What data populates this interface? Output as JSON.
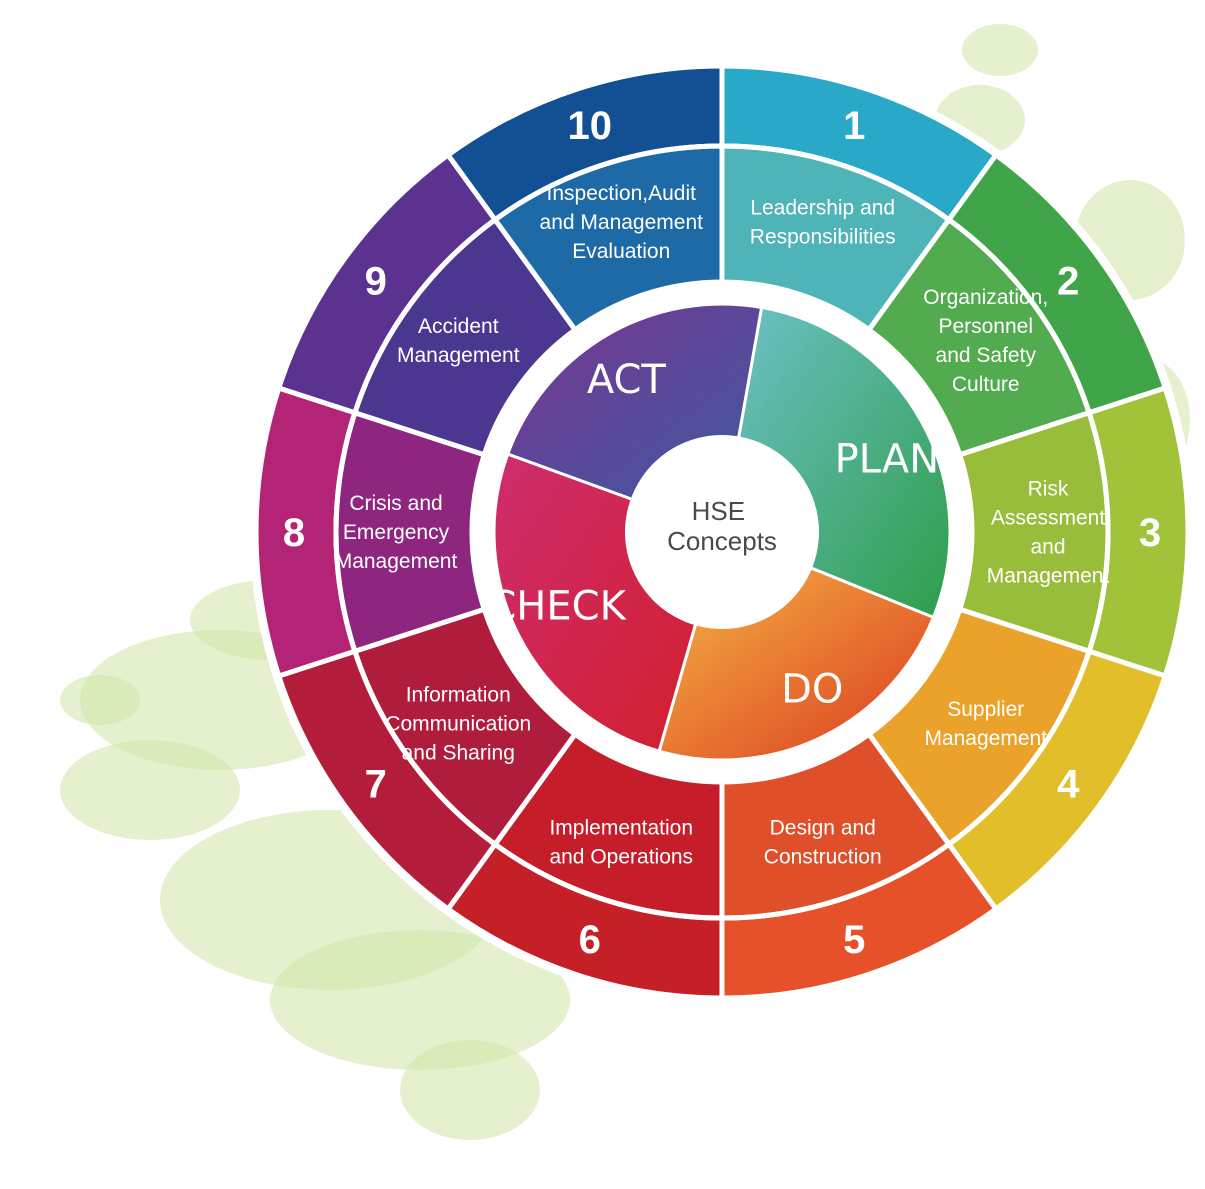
{
  "center": {
    "lines": [
      "HSE",
      "Concepts"
    ]
  },
  "phases": [
    {
      "key": "plan",
      "label": "PLAN",
      "color_a": "#6cc0c6",
      "color_b": "#2e9e4a"
    },
    {
      "key": "do",
      "label": "DO",
      "color_a": "#f4b545",
      "color_b": "#dc3a1f"
    },
    {
      "key": "check",
      "label": "CHECK",
      "color_a": "#ce2d6e",
      "color_b": "#d21f2d"
    },
    {
      "key": "act",
      "label": "ACT",
      "color_a": "#7a3591",
      "color_b": "#3e5aa0"
    }
  ],
  "segments": [
    {
      "number": "1",
      "lines": [
        "Leadership and",
        "Responsibilities"
      ],
      "outer_color": "#2aa8c8",
      "inner_color": "#4fb4b8"
    },
    {
      "number": "2",
      "lines": [
        "Organization,",
        "Personnel",
        "and Safety",
        "Culture"
      ],
      "outer_color": "#3fa548",
      "inner_color": "#52ab4f"
    },
    {
      "number": "3",
      "lines": [
        "Risk",
        "Assessment",
        "and",
        "Management"
      ],
      "outer_color": "#a2c23a",
      "inner_color": "#98bd3a"
    },
    {
      "number": "4",
      "lines": [
        "Supplier",
        "Management"
      ],
      "outer_color": "#e2bf2a",
      "inner_color": "#eaa22a"
    },
    {
      "number": "5",
      "lines": [
        "Design and",
        "Construction"
      ],
      "outer_color": "#e6512a",
      "inner_color": "#df4f2a"
    },
    {
      "number": "6",
      "lines": [
        "Implementation",
        "and Operations"
      ],
      "outer_color": "#c52028",
      "inner_color": "#c51e2a"
    },
    {
      "number": "7",
      "lines": [
        "Information",
        "Communication",
        "and Sharing"
      ],
      "outer_color": "#b41c3c",
      "inner_color": "#b01d3c"
    },
    {
      "number": "8",
      "lines": [
        "Crisis and",
        "Emergency",
        "Management"
      ],
      "outer_color": "#b32477",
      "inner_color": "#8e2680"
    },
    {
      "number": "9",
      "lines": [
        "Accident",
        "Management"
      ],
      "outer_color": "#5b3290",
      "inner_color": "#4b3690"
    },
    {
      "number": "10",
      "lines": [
        "Inspection,Audit",
        "and Management",
        "Evaluation"
      ],
      "outer_color": "#134f93",
      "inner_color": "#1e6aa6"
    }
  ],
  "colors": {
    "divider": "#ffffff",
    "splash": "#cfe6a6"
  }
}
